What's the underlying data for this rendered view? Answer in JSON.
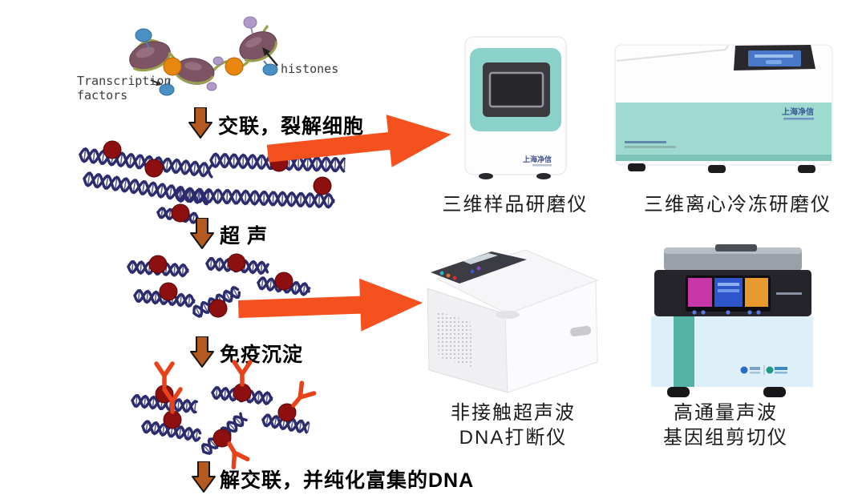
{
  "illustration": {
    "transcription_factors_line1": "Transcription",
    "transcription_factors_line2": "factors",
    "histones_label": "histones"
  },
  "workflow_steps": [
    {
      "label": "交联，裂解细胞"
    },
    {
      "label": "超 声"
    },
    {
      "label": "免疫沉淀"
    },
    {
      "label": "解交联，并纯化富集的DNA"
    }
  ],
  "instruments": [
    {
      "label": "三维样品研磨仪",
      "brand": "上海净信"
    },
    {
      "label": "三维离心冷冻研磨仪",
      "brand": "上海净信"
    },
    {
      "label_line1": "非接触超声波",
      "label_line2": "DNA打断仪"
    },
    {
      "label_line1": "高通量声波",
      "label_line2": "基因组剪切仪"
    }
  ],
  "colors": {
    "accent_orange": "#f4511e",
    "step_arrow_brown": "#b45a1e",
    "teal_panel": "#8ad2c9",
    "teal_band": "#9edacf",
    "teal_stripe": "#53b3a4",
    "instrument4_body": "#ddeff8",
    "dna_navy": "#2b2b6e",
    "protein_red": "#8e0f0f",
    "antibody_orange": "#e8421a",
    "label_text": "#1c1c1c"
  }
}
